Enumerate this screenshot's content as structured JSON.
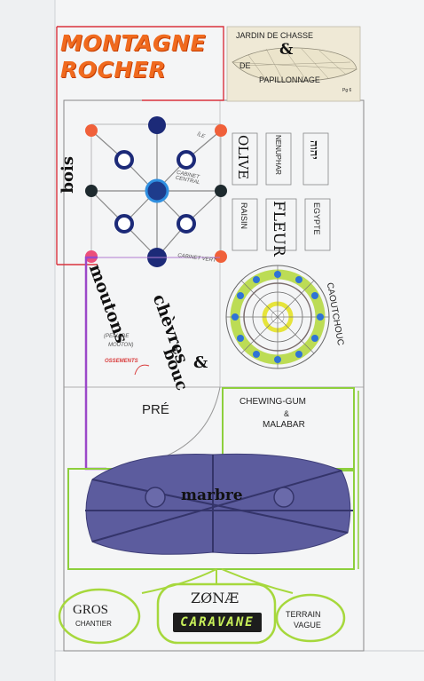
{
  "panel": {
    "title_line1": "MONTAGNE",
    "title_line2": "ROCHER",
    "bois": "bois",
    "jardin_line1": "JARDIN DE CHASSE",
    "jardin_amp": "&",
    "jardin_line2": "DE",
    "jardin_line3": "PAPILLONNAGE",
    "jardin_page": "Pg 6"
  },
  "tree": {
    "ile": "ÎLE",
    "cabinet_central": "CABINET CENTRAL",
    "cabinet_vert": "CABINET VERT"
  },
  "words": {
    "olive": "OLIVE",
    "nenuphar": "NENUPHAR",
    "hebrew": "יהוה",
    "raisin": "RAISIN",
    "fleur": "FLEUR",
    "egypte": "EGYPTE"
  },
  "caoutchouc": "CAOUTCHOUC",
  "animals": {
    "moutons": "moutons",
    "chevres": "chèvres",
    "amp": "&",
    "bouc": "bouc",
    "peau_line1": "(PEAU DE",
    "peau_line2": "MOUTON)",
    "ossements": "OSSEMENTS"
  },
  "pre": "PRÉ",
  "chewing": {
    "line1": "CHEWING-GUM",
    "line2": "&",
    "line3": "MALABAR"
  },
  "marbre": "marbre",
  "bottom": {
    "gros_line1": "GROS",
    "gros_line2": "CHANTIER",
    "zone": "ZØNÆ",
    "caravane": "CARAVANE",
    "terrain_line1": "TERRAIN",
    "terrain_line2": "VAGUE"
  }
}
